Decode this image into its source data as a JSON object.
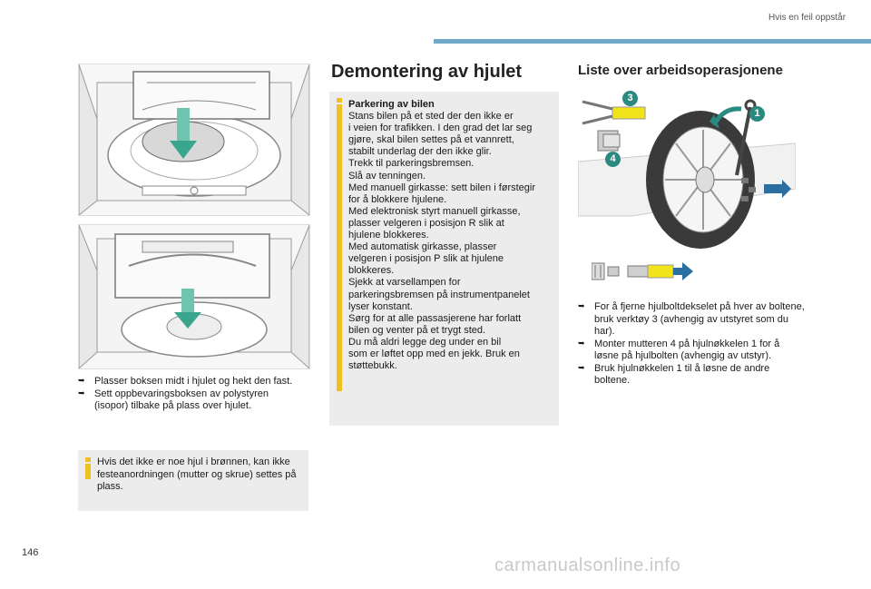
{
  "header": {
    "section": "Hvis en feil oppstår",
    "page_number": "146"
  },
  "watermark": "carmanualsonline.info",
  "left": {
    "bullets": [
      "Plasser boksen midt i hjulet og hekt den fast.",
      "Sett oppbevaringsboksen av polystyren (isopor) tilbake på plass over hjulet."
    ],
    "note": "Hvis det ikke er noe hjul i brønnen, kan ikke festeanordningen (mutter og skrue) settes på plass."
  },
  "middle": {
    "title": "Demontering av hjulet",
    "box_title": "Parkering av bilen",
    "lines": [
      "Stans bilen på et sted der den ikke er",
      "i veien for trafikken. I den grad det lar seg",
      "gjøre, skal bilen settes på et vannrett,",
      "stabilt underlag der den ikke glir.",
      "Trekk til parkeringsbremsen.",
      "Slå av tenningen.",
      "Med manuell girkasse: sett bilen i førstegir",
      "for å blokkere hjulene.",
      "Med elektronisk styrt manuell girkasse,",
      "plasser velgeren i posisjon R slik at",
      "hjulene blokkeres.",
      "Med automatisk girkasse, plasser",
      "velgeren i posisjon P slik at hjulene",
      "blokkeres.",
      "Sjekk at varsellampen for",
      "parkeringsbremsen på instrumentpanelet",
      "lyser konstant.",
      "Sørg for at alle passasjerene har forlatt",
      "bilen og venter på et trygt sted.",
      "Du må aldri legge deg under en bil",
      "som er løftet opp med en jekk. Bruk en",
      "støttebukk."
    ]
  },
  "right": {
    "title": "Liste over arbeidsoperasjonene",
    "callouts": [
      "1",
      "3",
      "4"
    ],
    "bullets": [
      "For å fjerne hjulboltdekselet på hver av boltene, bruk verktøy 3 (avhengig av utstyret som du har).",
      "Monter mutteren 4 på hjulnøkkelen 1 for å løsne på hjulbolten (avhengig av utstyr).",
      "Bruk hjulnøkkelen 1 til å løsne de andre boltene."
    ]
  },
  "colors": {
    "accent": "#6fa8c8",
    "note_icon": "#f0c020",
    "box_bg": "#ececec",
    "arrow_teal": "#2a8a80",
    "arrow_blue": "#2a6f9f",
    "tool_yellow": "#f2e41a"
  }
}
